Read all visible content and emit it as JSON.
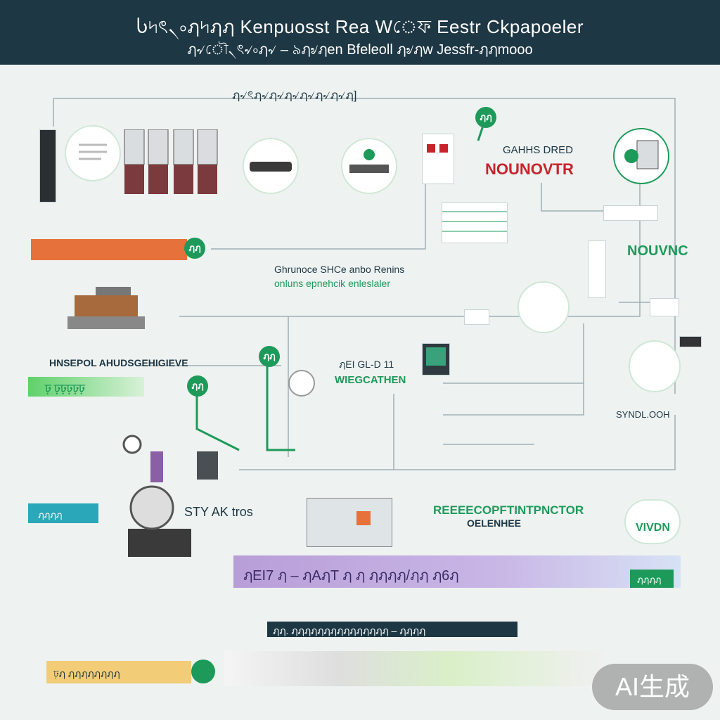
{
  "header": {
    "line1": "Ⴑ৸ৎ৲৹ฦ৸ฦฦ Kenpuosst Rea Wেফ Eestr Ckpapoeler",
    "line2": "ฦ৵ৌ৲ৎ৵৹ฦ৵ – ৯ฦ৶ฦen Bfeleoll ฦ৶ฦw Jessfr-ฦฦmooo"
  },
  "top_caption": "ฦ৵ৎฦ৵ฦ৵ฦ৵ฦ৵ฦ৵ฦ৵ฦ]",
  "labels": {
    "gahhs": "GAHHS DRED",
    "nounovtr": "NOUNOVTR",
    "nouvnc": "NOUVNC",
    "mid_line1": "Ghrunoce SHCe anbo Renins",
    "mid_line2": "onluns epnehcik enleslaler",
    "left_heading": "HNSEPOL AHUDSGEHIGIEVE",
    "green_banner": "ঢ় ঢ়ঢ়ঢ়ঢ়ঢ়",
    "center_small": "ฦEI GL-D 11",
    "wiegcathen": "WIEGCATHEN",
    "syndl": "SYNDL.OOH",
    "sty": "STY AK tros",
    "refeeto1": "REEEECOPFTINTPNCTOR",
    "refeeto2": "OELENHEE",
    "vivdn": "VIVDN",
    "purple_banner": "ฦEI7 ฦ – ฦAฦT ฦ  ฦ ฦฦฦฦ/ฦฦ   ฦ6ฦ",
    "pill_small": "ฦฦฦฦ",
    "bottom_title": "ฦฦ. ฦฦฦฦฦฦฦฦฦฦฦฦฦฦฦ – ฦฦฦฦ",
    "bottom_pill": "ঢ়ฦ ฦฦฦฦฦฦฦฦ",
    "left_badge": "ฦฦฦฦ",
    "watermark": "AI生成"
  },
  "badges": {
    "b1": "ฦฦ",
    "b2": "ฦฦ",
    "b3": "ฦฦ",
    "b4": "ฦฦ"
  },
  "colors": {
    "header_bg": "#1d3744",
    "accent_green": "#1d9a5a",
    "accent_red": "#c8232c",
    "orange": "#e6713a",
    "teal": "#2aa7b8",
    "purple": "#a98fd6"
  },
  "icons": [
    "server-icon",
    "machine-icon",
    "factory-icon",
    "monitor-icon",
    "lab-icon",
    "printer-icon"
  ]
}
